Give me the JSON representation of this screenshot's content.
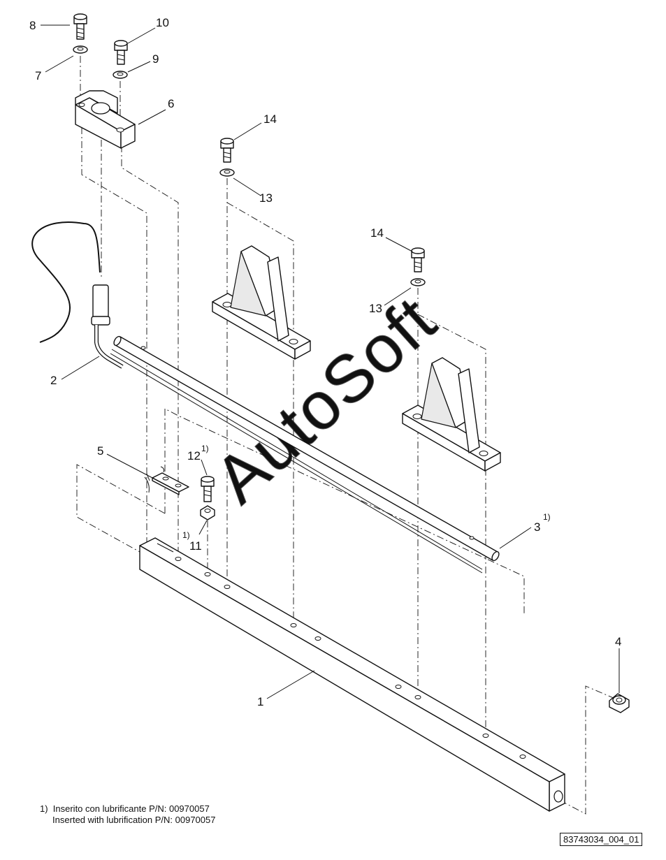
{
  "watermark": "AutoSoft",
  "callouts": [
    {
      "num": "1",
      "sup": ""
    },
    {
      "num": "2",
      "sup": ""
    },
    {
      "num": "3",
      "sup": "1)"
    },
    {
      "num": "4",
      "sup": ""
    },
    {
      "num": "5",
      "sup": ""
    },
    {
      "num": "6",
      "sup": ""
    },
    {
      "num": "7",
      "sup": ""
    },
    {
      "num": "8",
      "sup": ""
    },
    {
      "num": "9",
      "sup": ""
    },
    {
      "num": "10",
      "sup": ""
    },
    {
      "num": "11",
      "sup": "1)"
    },
    {
      "num": "12",
      "sup": "1)"
    },
    {
      "num": "13",
      "sup": ""
    },
    {
      "num": "13",
      "sup": ""
    },
    {
      "num": "14",
      "sup": ""
    },
    {
      "num": "14",
      "sup": ""
    }
  ],
  "footnote": {
    "line1": "1)  Inserito con lubrificante P/N: 00970057",
    "line2": "     Inserted with lubrification P/N: 00970057"
  },
  "drawing_id": "83743034_004_01"
}
